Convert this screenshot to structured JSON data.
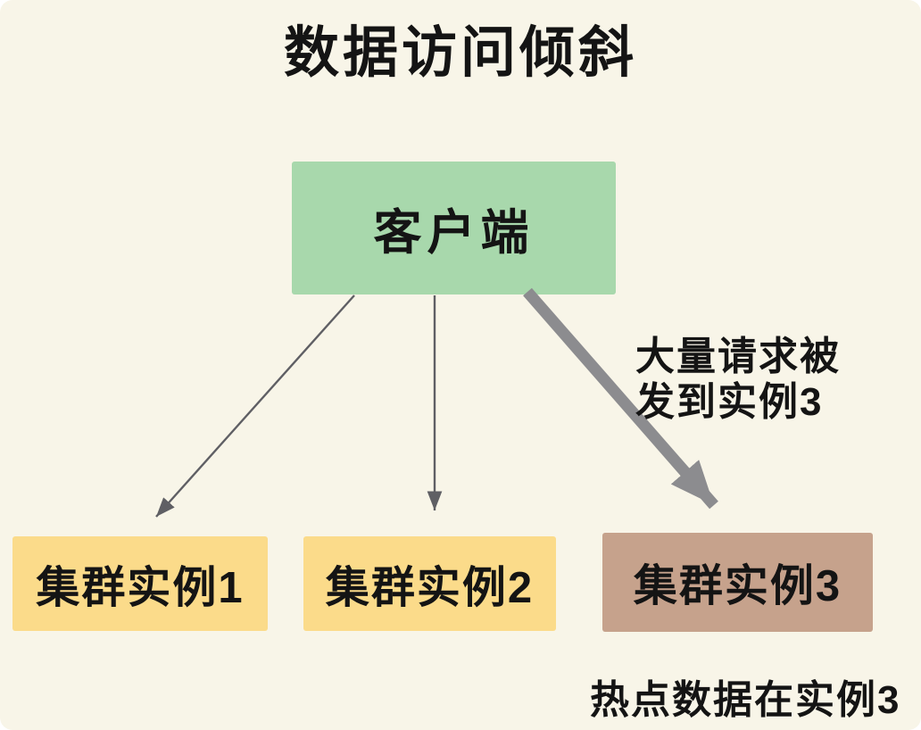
{
  "title": "数据访问倾斜",
  "client": {
    "label": "客户端"
  },
  "instances": [
    {
      "label": "集群实例1",
      "highlighted": false
    },
    {
      "label": "集群实例2",
      "highlighted": false
    },
    {
      "label": "集群实例3",
      "highlighted": true
    }
  ],
  "annotation": {
    "line1": "大量请求被",
    "line2": "发到实例3"
  },
  "footnote": "热点数据在实例3",
  "colors": {
    "background": "#f8f5e8",
    "client_box": "#a8d8ac",
    "instance_box": "#fbdb8a",
    "hot_instance_box": "#c6a28c",
    "thin_arrow": "#5f5f64",
    "thick_arrow": "#8c8c8f",
    "text": "#141414"
  }
}
